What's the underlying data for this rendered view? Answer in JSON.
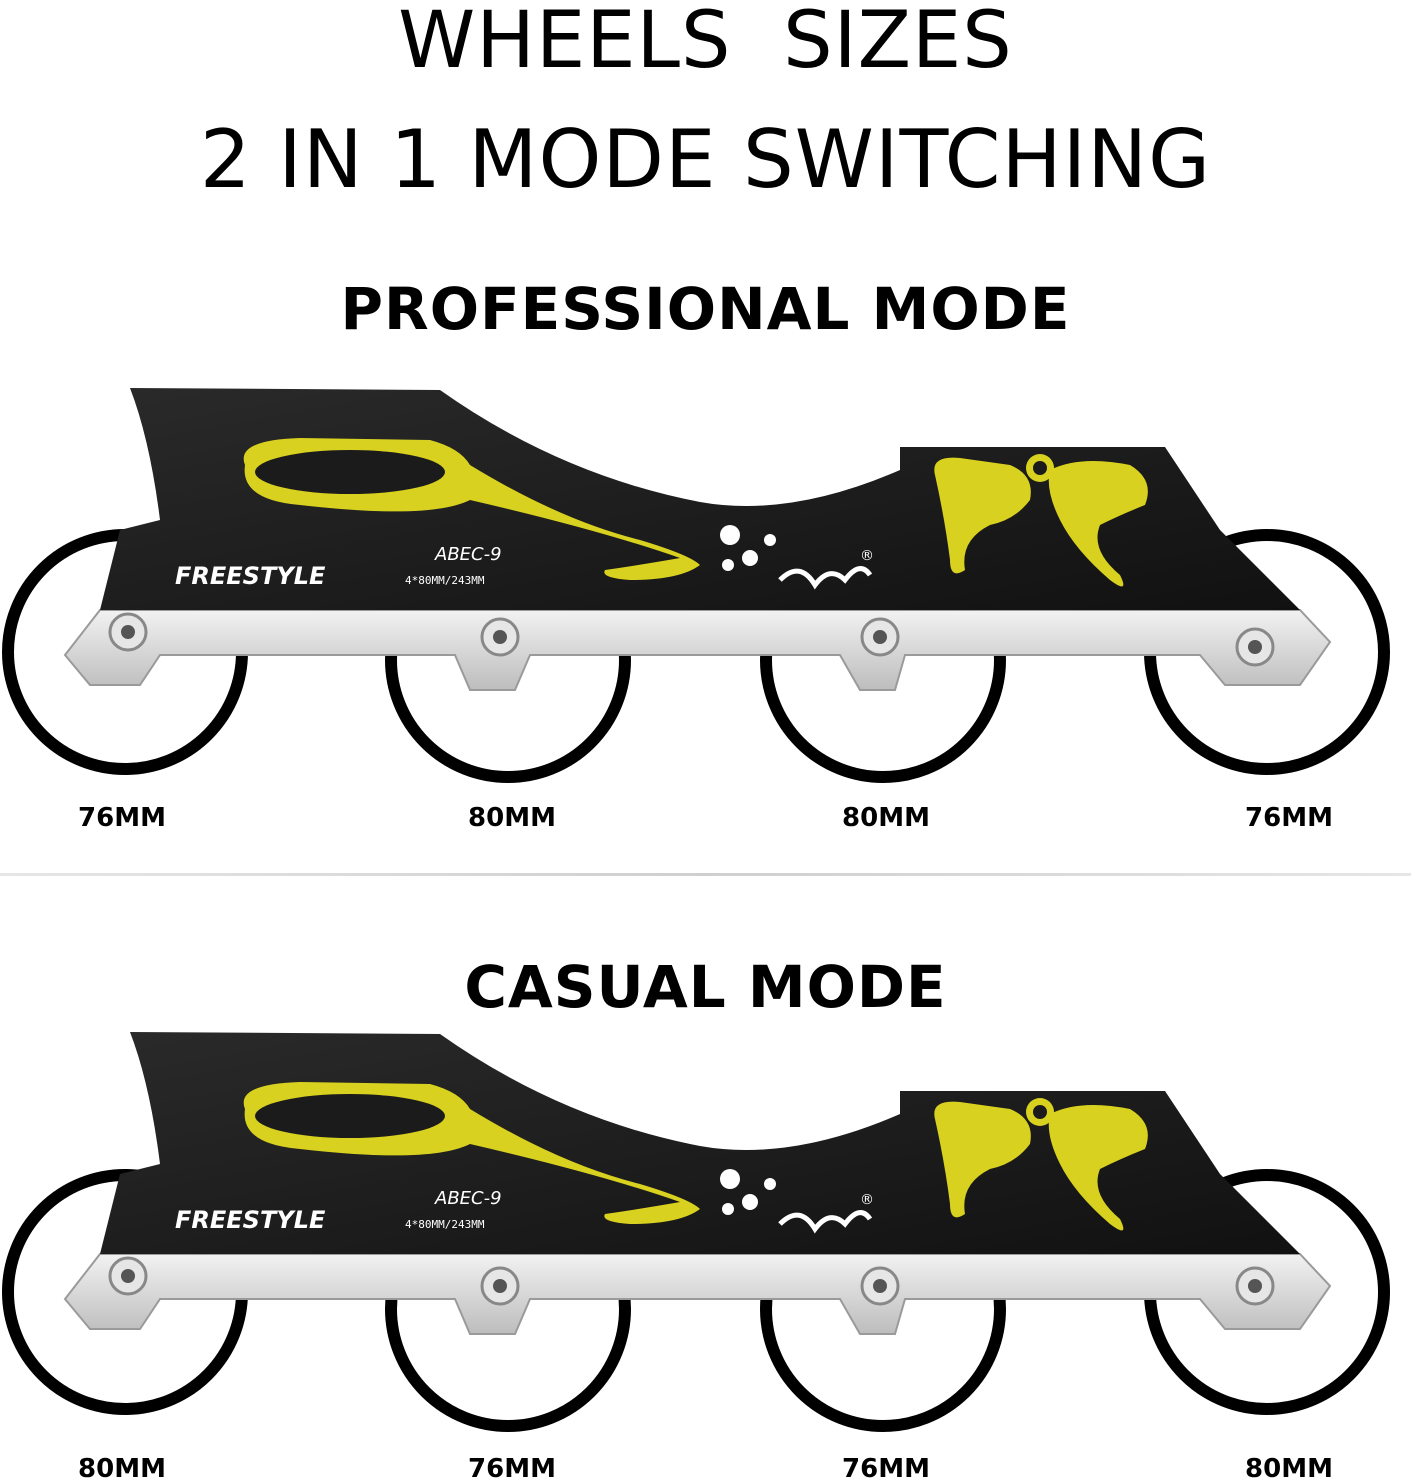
{
  "header": {
    "title_line1": "WHEELS  SIZES",
    "title_line2": "2 IN 1 MODE SWITCHING"
  },
  "colors": {
    "frame_black": "#1b1b1b",
    "frame_silver": "#d9d9d9",
    "accent_yellow": "#d8d11f",
    "wheel_outline": "#000000"
  },
  "frame_print": {
    "brand": "FREESTYLE",
    "bearing_spec": "ABEC-9",
    "frame_spec": "4*80MM/243MM",
    "logo_mark": "®"
  },
  "modes": [
    {
      "name": "PROFESSIONAL MODE",
      "wheel_sizes": [
        "76MM",
        "80MM",
        "80MM",
        "76MM"
      ]
    },
    {
      "name": "CASUAL MODE",
      "wheel_sizes": [
        "80MM",
        "76MM",
        "76MM",
        "80MM"
      ]
    }
  ]
}
